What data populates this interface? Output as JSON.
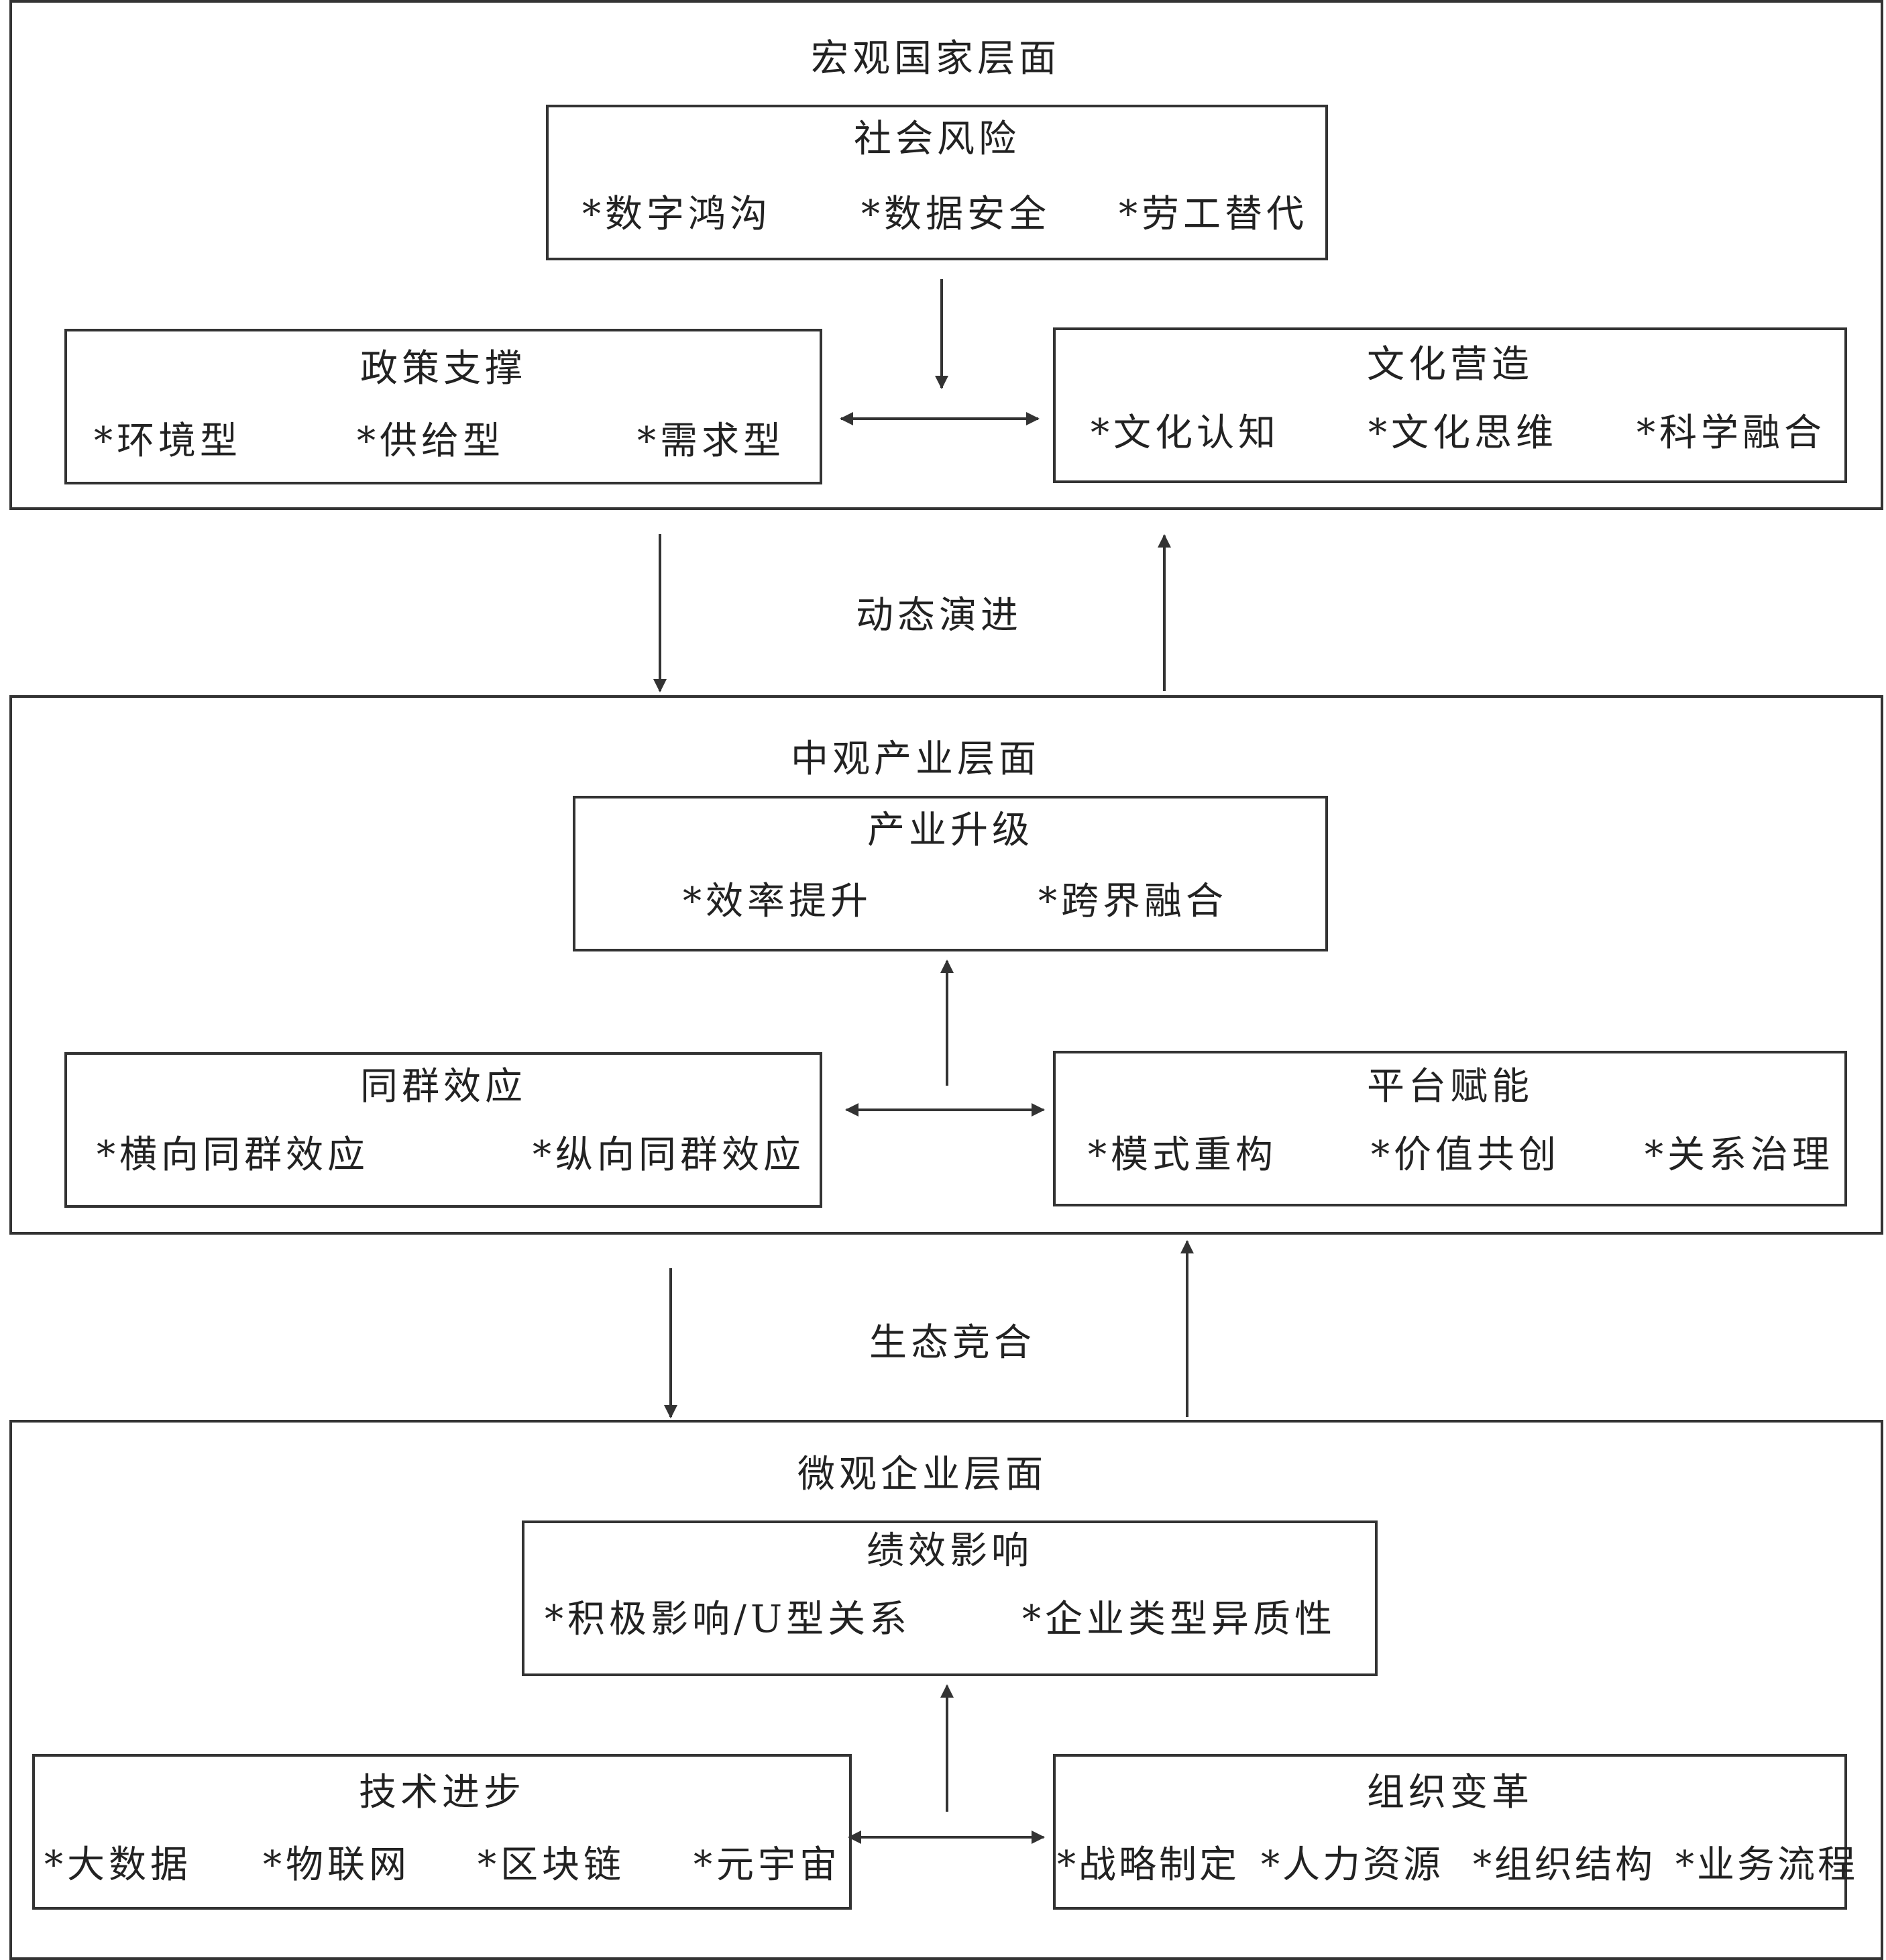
{
  "macro": {
    "title": "宏观国家层面",
    "social_risk": {
      "title": "社会风险",
      "items": [
        "*数字鸿沟",
        "*数据安全",
        "*劳工替代"
      ]
    },
    "policy": {
      "title": "政策支撑",
      "items": [
        "*环境型",
        "*供给型",
        "*需求型"
      ]
    },
    "culture": {
      "title": "文化营造",
      "items": [
        "*文化认知",
        "*文化思维",
        "*科学融合"
      ]
    }
  },
  "link1": "动态演进",
  "meso": {
    "title": "中观产业层面",
    "upgrade": {
      "title": "产业升级",
      "items": [
        "*效率提升",
        "*跨界融合"
      ]
    },
    "peer": {
      "title": "同群效应",
      "items": [
        "*横向同群效应",
        "*纵向同群效应"
      ]
    },
    "platform": {
      "title": "平台赋能",
      "items": [
        "*模式重构",
        "*价值共创",
        "*关系治理"
      ]
    }
  },
  "link2": "生态竞合",
  "micro": {
    "title": "微观企业层面",
    "performance": {
      "title": "绩效影响",
      "items": [
        "*积极影响/U型关系",
        "*企业类型异质性"
      ]
    },
    "tech": {
      "title": "技术进步",
      "items": [
        "*大数据",
        "*物联网",
        "*区块链",
        "*元宇宙"
      ]
    },
    "org": {
      "title": "组织变革",
      "items": [
        "*战略制定",
        "*人力资源",
        "*组织结构",
        "*业务流程"
      ]
    }
  }
}
